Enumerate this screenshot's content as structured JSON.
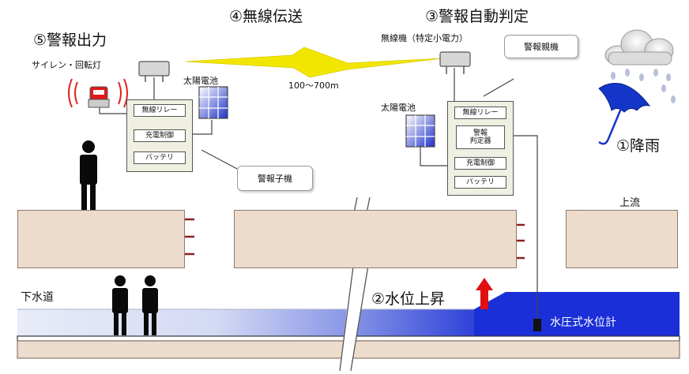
{
  "labels": {
    "step5": "⑤警報出力",
    "step4": "④無線伝送",
    "step3": "③警報自動判定",
    "step1": "①降雨",
    "step2": "②水位上昇",
    "siren": "サイレン・回転灯",
    "radio_unit": "無線機（特定小電力）",
    "range": "100～700m",
    "solar_left": "太陽電池",
    "solar_right": "太陽電池",
    "slave_unit": "警報子機",
    "master_unit": "警報親機",
    "upstream": "上流",
    "sewer": "下水道",
    "gauge": "水圧式水位計"
  },
  "slave_panel": {
    "relay": "無線リレー",
    "charge": "充電制御",
    "battery": "バッテリ"
  },
  "master_panel": {
    "relay": "無線リレー",
    "judge": "警報\n判定器",
    "charge": "充電制御",
    "battery": "バッテリ"
  },
  "colors": {
    "water": "#1a2fd8",
    "arrow_red": "#e01010",
    "bolt_yellow": "#f2e600",
    "umbrella": "#1436c8",
    "slab": "#eddccc"
  },
  "icons": [
    "siren-light-icon",
    "antenna-icon",
    "solar-panel-icon",
    "lightning-bolt-icon",
    "rain-cloud-icon",
    "umbrella-icon",
    "person-icon",
    "up-arrow-icon"
  ]
}
